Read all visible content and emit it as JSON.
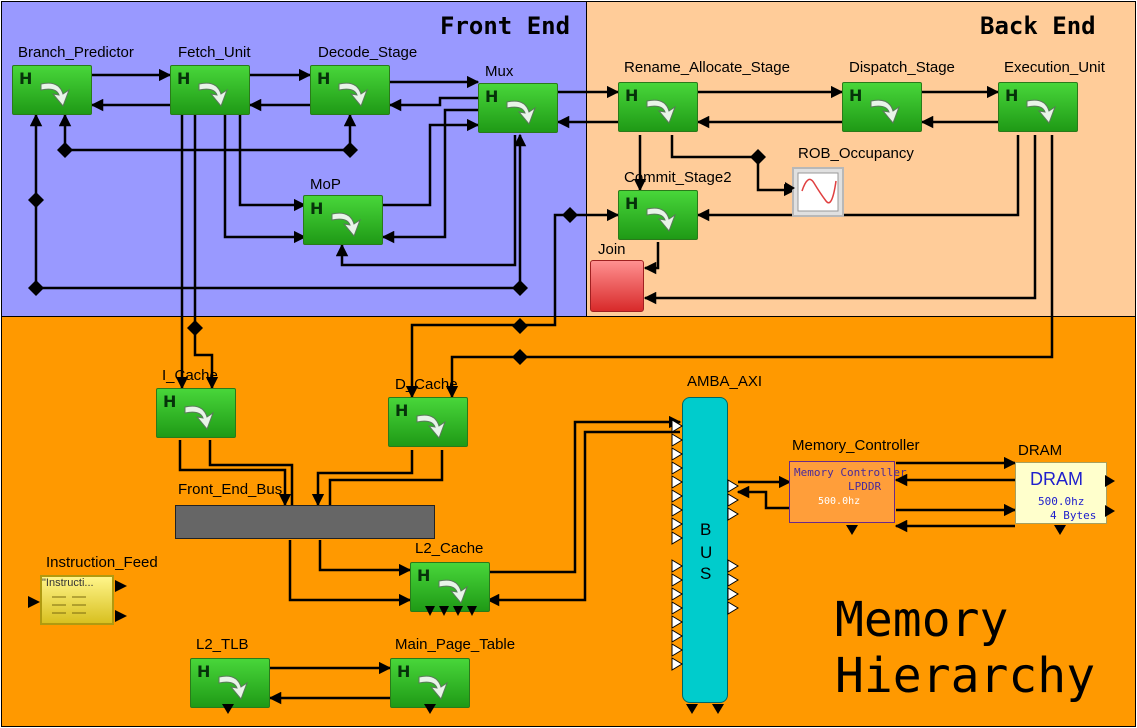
{
  "regions": {
    "front_end": "Front End",
    "back_end": "Back End",
    "memory_line1": "Memory",
    "memory_line2": "Hierarchy"
  },
  "blocks": {
    "branch_predictor": "Branch_Predictor",
    "fetch_unit": "Fetch_Unit",
    "decode_stage": "Decode_Stage",
    "mux": "Mux",
    "mop": "MoP",
    "rename_allocate": "Rename_Allocate_Stage",
    "dispatch": "Dispatch_Stage",
    "execution_unit": "Execution_Unit",
    "commit": "Commit_Stage2",
    "rob": "ROB_Occupancy",
    "join": "Join",
    "i_cache": "I_Cache",
    "d_cache": "D_Cache",
    "amba": "AMBA_AXI",
    "front_end_bus": "Front_End_Bus",
    "l2_cache": "L2_Cache",
    "instruction_feed": "Instruction_Feed",
    "instruction_feed_inner": "\"Instructi...",
    "memory_controller": "Memory_Controller",
    "dram": "DRAM",
    "l2_tlb": "L2_TLB",
    "main_page_table": "Main_Page_Table"
  },
  "bus_letters": [
    "B",
    "U",
    "S"
  ],
  "mem_ctrl": {
    "line1": "Memory Controller",
    "line2": "LPDDR",
    "freq": "500.0hz"
  },
  "dram_box": {
    "title": "DRAM",
    "freq": "500.0hz",
    "size": "4 Bytes"
  },
  "block_icon_letter": "H",
  "colors": {
    "front_end_bg": "#9999ff",
    "back_end_bg": "#ffcc99",
    "memory_bg": "#ff9900",
    "block_green": "#2fb824",
    "bus_cyan": "#00cccc",
    "bus_gray": "#666666",
    "join_red": "#e84040"
  }
}
